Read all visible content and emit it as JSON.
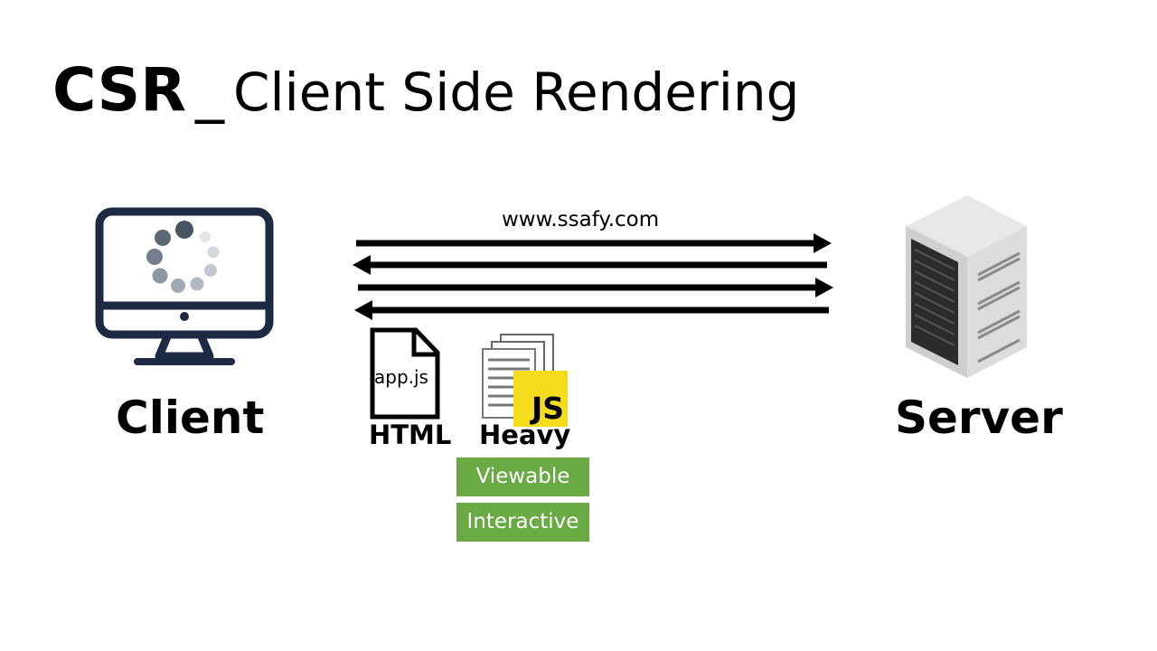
{
  "title": {
    "abbr": "CSR",
    "separator": "_",
    "full": "Client Side Rendering"
  },
  "client": {
    "label": "Client",
    "icon": "monitor-loading-icon"
  },
  "server": {
    "label": "Server",
    "icon": "server-rack-icon"
  },
  "request": {
    "url": "www.ssafy.com"
  },
  "files": {
    "html_doc_text": "app.js",
    "html_label": "HTML",
    "js_badge": "JS",
    "js_label": "Heavy"
  },
  "states": [
    {
      "label": "Viewable"
    },
    {
      "label": "Interactive"
    }
  ],
  "colors": {
    "state_green": "#6aaa45",
    "js_yellow": "#f5dc1d",
    "monitor_navy": "#1c2a44"
  }
}
